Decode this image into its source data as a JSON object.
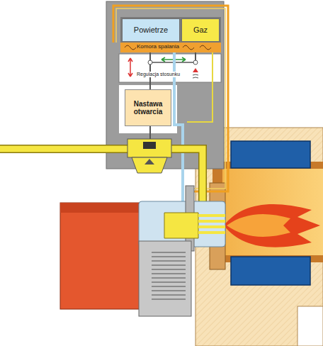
{
  "diagram": {
    "nodes": [
      {
        "text": [
          "Powietrze"
        ]
      },
      {
        "text": [
          "Gaz"
        ]
      },
      {
        "text": [
          "Nastawa otwarcia"
        ]
      }
    ],
    "labels": [
      "Komora spalania",
      "Regulacja stosunku"
    ]
  }
}
